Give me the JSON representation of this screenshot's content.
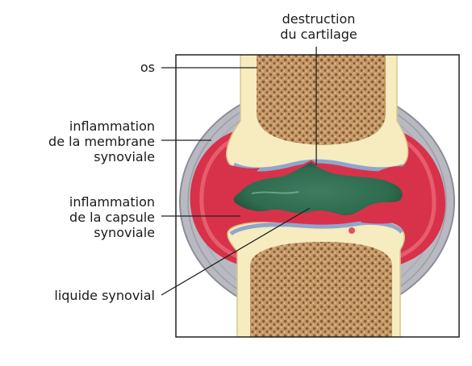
{
  "diagram": {
    "labels": {
      "cartilage_destruction": [
        "destruction",
        "du cartilage"
      ],
      "bone": [
        "os"
      ],
      "membrane_inflammation": [
        "inflammation",
        "de la membrane",
        "synoviale"
      ],
      "capsule_inflammation": [
        "inflammation",
        "de la capsule",
        "synoviale"
      ],
      "synovial_fluid": [
        "liquide synovial"
      ]
    },
    "colors": {
      "bone_shaft": "#f6ecc0",
      "bone_marrow": "#c59a6a",
      "bone_pores": "#8a5a32",
      "inflamed_tissue": "#d8324a",
      "cartilage_edge": "#8fa6cc",
      "synovial_fluid": "#2f6b4e",
      "capsule_fibers": "#a7a7b2",
      "leader_line": "#222222",
      "frame": "#222222"
    }
  }
}
